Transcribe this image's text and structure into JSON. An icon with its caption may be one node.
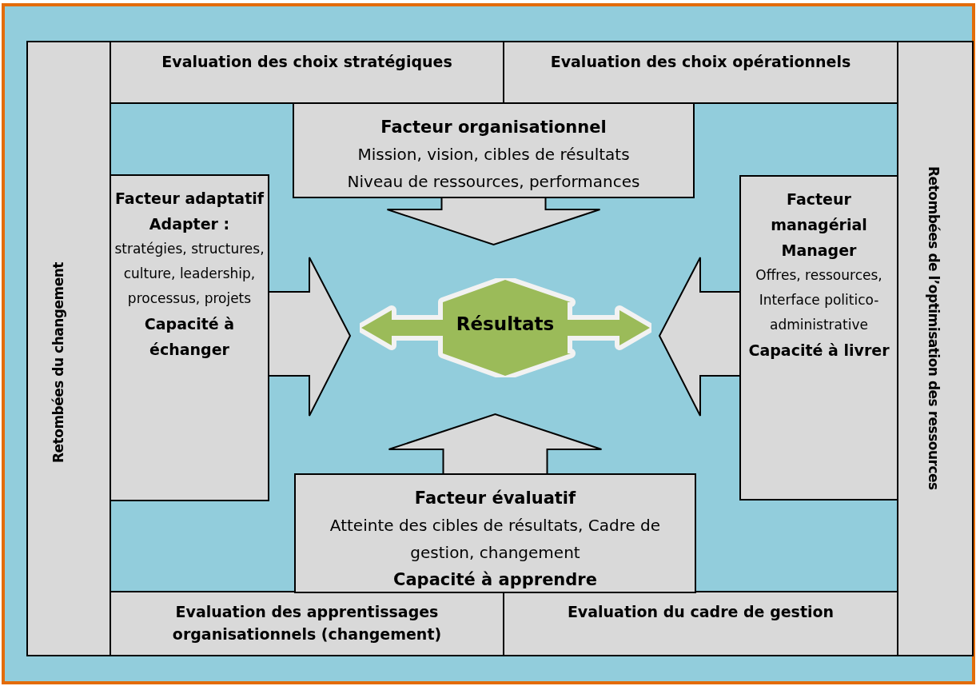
{
  "diagram": {
    "nodes": [
      {
        "text": [
          "Retombées du changement"
        ]
      },
      {
        "text": [
          "Evaluation des choix stratégiques"
        ]
      },
      {
        "text": [
          "Evaluation des choix opérationnels"
        ]
      },
      {
        "text": [
          "Retombées de l’optimisation des ressources"
        ]
      },
      {
        "text": [
          "Facteur organisationnel",
          "Mission, vision, cibles de résultats",
          "Niveau de ressources, performances"
        ]
      },
      {
        "text": [
          "Facteur adaptatif",
          "Adapter :",
          "stratégies, structures, culture, leadership, processus, projets",
          "Capacité à échanger"
        ]
      },
      {
        "text": [
          "Résultats"
        ]
      },
      {
        "text": [
          "Facteur managérial",
          "Manager",
          "Offres, ressources, Interface politico-administrative",
          "Capacité à livrer"
        ]
      },
      {
        "text": [
          "Facteur évaluatif",
          "Atteinte des cibles de résultats, Cadre de gestion, changement",
          "Capacité à apprendre"
        ]
      },
      {
        "text": [
          "Evaluation des apprentissages organisationnels (changement)"
        ]
      },
      {
        "text": [
          "Evaluation du cadre de gestion"
        ]
      }
    ],
    "edges": [
      {
        "from": 4,
        "to": 6,
        "arrow": "to"
      },
      {
        "from": 5,
        "to": 6,
        "arrow": "to"
      },
      {
        "from": 7,
        "to": 6,
        "arrow": "to"
      },
      {
        "from": 8,
        "to": 6,
        "arrow": "to"
      }
    ]
  }
}
